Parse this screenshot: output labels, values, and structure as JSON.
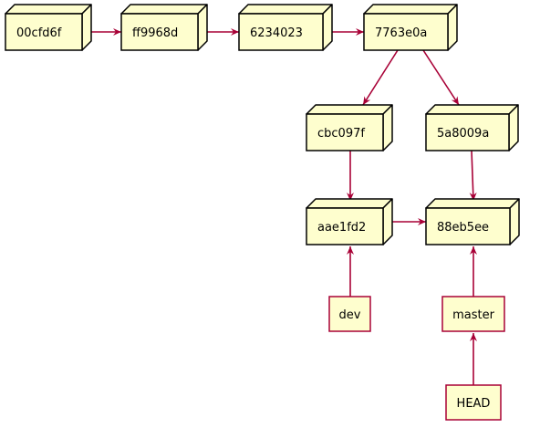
{
  "colors": {
    "node_fill": "#FEFECE",
    "node_border": "#000000",
    "ref_border": "#A80036",
    "edge": "#A80036"
  },
  "commits": [
    {
      "id": "c_00cfd6f",
      "label": "00cfd6f"
    },
    {
      "id": "c_ff9968d",
      "label": "ff9968d"
    },
    {
      "id": "c_6234023",
      "label": "6234023"
    },
    {
      "id": "c_7763e0a",
      "label": "7763e0a"
    },
    {
      "id": "c_cbc097f",
      "label": "cbc097f"
    },
    {
      "id": "c_5a8009a",
      "label": "5a8009a"
    },
    {
      "id": "c_aae1fd2",
      "label": "aae1fd2"
    },
    {
      "id": "c_88eb5ee",
      "label": "88eb5ee"
    }
  ],
  "refs": [
    {
      "id": "r_dev",
      "label": "dev"
    },
    {
      "id": "r_master",
      "label": "master"
    },
    {
      "id": "r_head",
      "label": "HEAD"
    }
  ],
  "edges": [
    {
      "from": "c_00cfd6f",
      "to": "c_ff9968d"
    },
    {
      "from": "c_ff9968d",
      "to": "c_6234023"
    },
    {
      "from": "c_6234023",
      "to": "c_7763e0a"
    },
    {
      "from": "c_7763e0a",
      "to": "c_cbc097f"
    },
    {
      "from": "c_7763e0a",
      "to": "c_5a8009a"
    },
    {
      "from": "c_cbc097f",
      "to": "c_aae1fd2"
    },
    {
      "from": "c_5a8009a",
      "to": "c_88eb5ee"
    },
    {
      "from": "c_aae1fd2",
      "to": "c_88eb5ee"
    },
    {
      "from": "r_dev",
      "to": "c_aae1fd2"
    },
    {
      "from": "r_master",
      "to": "c_88eb5ee"
    },
    {
      "from": "r_head",
      "to": "r_master"
    }
  ]
}
